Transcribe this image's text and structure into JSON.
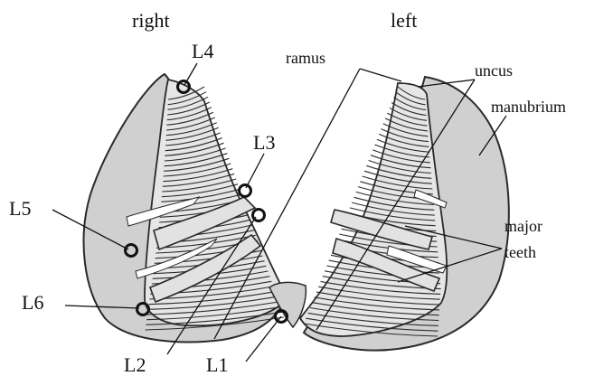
{
  "headings": {
    "right": "right",
    "left": "left"
  },
  "labels": {
    "ramus": "ramus",
    "uncus": "uncus",
    "manubrium": "manubrium",
    "major_teeth_line1": "major",
    "major_teeth_line2": "teeth"
  },
  "landmarks": [
    "L1",
    "L2",
    "L3",
    "L4",
    "L5",
    "L6"
  ],
  "colors": {
    "fill": "#d0d0d0",
    "stroke": "#2a2a2a",
    "background": "#ffffff",
    "marker": "#111111"
  }
}
